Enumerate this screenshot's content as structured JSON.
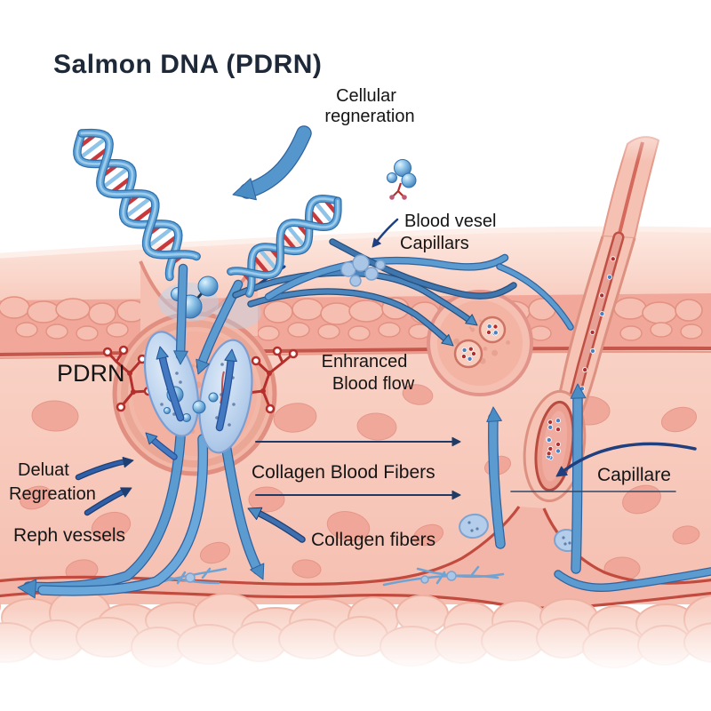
{
  "header": {
    "title": "Salmon DNA (PDRN)"
  },
  "annotations": {
    "cellular_regeneration": {
      "line1": "Cellular",
      "line2": "regneration"
    },
    "blood_vessel": {
      "line1": "Blood vesel",
      "line2": "Capillars"
    },
    "pdrn": {
      "label": "PDRN"
    },
    "enhanced_blood_flow": {
      "line1": "Enhranced",
      "line2": "Blood flow"
    },
    "deluat_regreation": {
      "line1": "Deluat",
      "line2": "Regreation"
    },
    "collagen_blood_fibers": {
      "label": "Collagen Blood Fibers"
    },
    "reph_vessels": {
      "label": "Reph vessels"
    },
    "collagen_fibers": {
      "label": "Collagen fibers"
    },
    "capillare": {
      "label": "Capillare"
    }
  },
  "colors": {
    "title_text": "#1d2838",
    "label_text": "#151515",
    "skin_light": "#fde9e1",
    "skin_mid": "#f6c2b4",
    "basal_band": "#f1a89a",
    "cell_fill": "#f6beb0",
    "cell_stroke": "#e39181",
    "dermis": "#f9d2c5",
    "vessel_red": "#c24b3f",
    "arrow_blue": "#5b9bd0",
    "arrow_blue_dark": "#2f63a0",
    "arrow_navy": "#1f3f7f",
    "dna_blue": "#5ea3d8",
    "dna_rung_red": "#c9393b",
    "molecule_red": "#b5302c",
    "blue_cell": "#b3cdea"
  }
}
